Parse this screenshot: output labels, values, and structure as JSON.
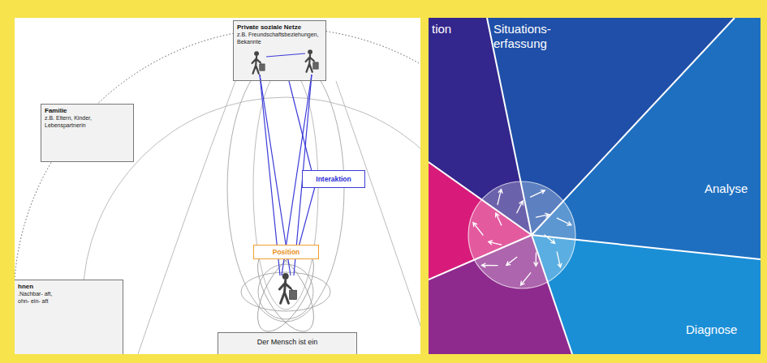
{
  "diagram": {
    "nodes": [
      {
        "text": [
          "Private soziale Netze",
          "z.B. Freundschaftsbeziehungen, Bekannte"
        ]
      },
      {
        "text": [
          "Familie",
          "z.B. Eltern, Kinder, Lebenspartnerin"
        ]
      },
      {
        "text": [
          "Interaktion"
        ]
      },
      {
        "text": [
          "Position"
        ]
      },
      {
        "text": [
          "hnen",
          ".Nachbar- aft, ohn- ein- aft"
        ]
      },
      {
        "text": [
          "Der Mensch ist ein"
        ]
      },
      {
        "text": [
          "tion"
        ]
      },
      {
        "text": [
          "Situations- erfassung"
        ]
      },
      {
        "text": [
          "Analyse"
        ]
      },
      {
        "text": [
          "Diagnose"
        ]
      }
    ],
    "edges": [
      {
        "from": 0,
        "to": 2,
        "arrow": "none"
      },
      {
        "from": 2,
        "to": 3,
        "arrow": "none"
      }
    ]
  }
}
